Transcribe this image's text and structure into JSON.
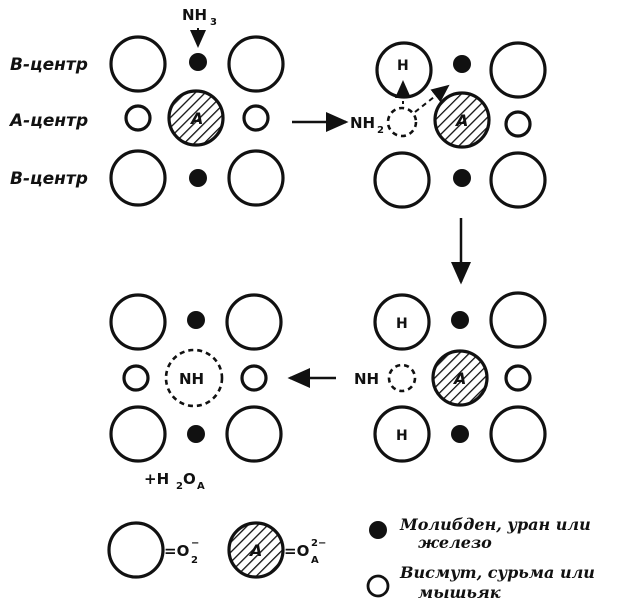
{
  "labels": {
    "b_center_top": "В-центр",
    "a_center": "А-центр",
    "b_center_bottom": "В-центр"
  },
  "molecules": {
    "nh3": "NH",
    "nh3_sub": "3",
    "nh2": "NH",
    "nh2_sub": "2",
    "nh": "NH",
    "nh_inside": "NH",
    "h": "H"
  },
  "a_letter": "A",
  "byproduct": {
    "prefix": "+H",
    "sub1": "2",
    "o": "O",
    "sub2": "A"
  },
  "equations": {
    "large": {
      "eq": "=O",
      "sup": "−",
      "sub": "2"
    },
    "a": {
      "eq": "=O",
      "sup": "2−",
      "sub": "A"
    }
  },
  "legend": {
    "filled_line1": "Молибден, уран или",
    "filled_line2": "железо",
    "open_line1": "Висмут, сурьма или",
    "open_line2": "мышьяк"
  }
}
